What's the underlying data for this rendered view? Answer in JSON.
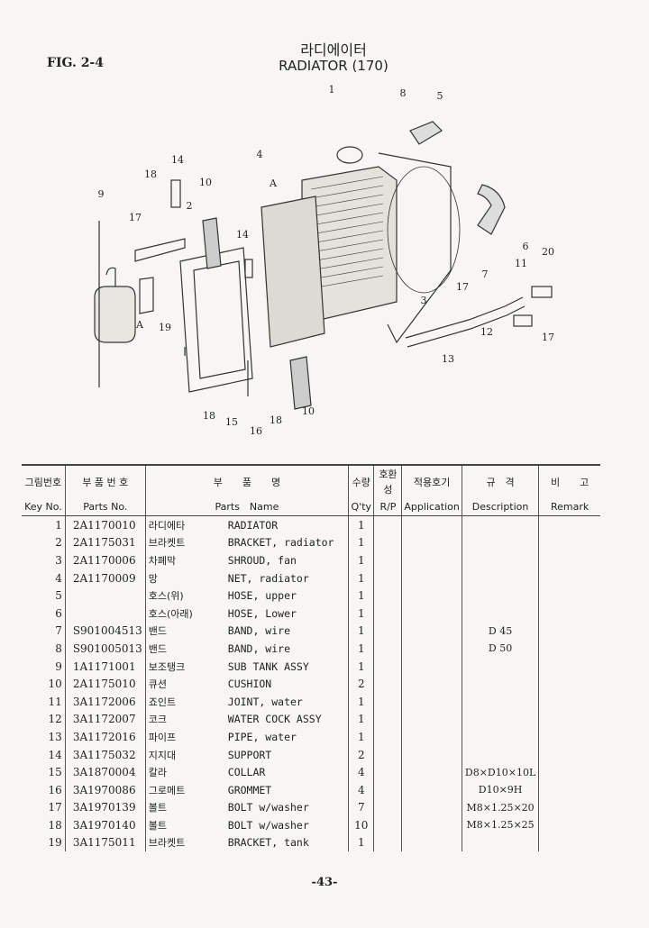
{
  "figure_label": "FIG. 2-4",
  "title_ko": "라디에이터",
  "title_en": "RADIATOR (170)",
  "diagram_callouts": [
    "1",
    "8",
    "5",
    "14",
    "18",
    "10",
    "4",
    "A",
    "2",
    "9",
    "17",
    "14",
    "6",
    "20",
    "11",
    "7",
    "17",
    "3",
    "A",
    "19",
    "12",
    "17",
    "13",
    "18",
    "15",
    "16",
    "18",
    "10"
  ],
  "table": {
    "headers": [
      {
        "ko": "그림번호",
        "en": "Key No."
      },
      {
        "ko": "부 품 번 호",
        "en": "Parts No."
      },
      {
        "ko": "부　　품　　명",
        "en": "Parts　Name"
      },
      {
        "ko": "수량",
        "en": "Q'ty"
      },
      {
        "ko": "호환성",
        "en": "R/P"
      },
      {
        "ko": "적용호기",
        "en": "Application"
      },
      {
        "ko": "규　격",
        "en": "Description"
      },
      {
        "ko": "비　　고",
        "en": "Remark"
      }
    ],
    "rows": [
      {
        "key": "1",
        "part_no": "2A1170010",
        "name_ko": "라디에타",
        "name_en": "RADIATOR",
        "qty": "1",
        "desc": ""
      },
      {
        "key": "2",
        "part_no": "2A1175031",
        "name_ko": "브라켓트",
        "name_en": "BRACKET, radiator",
        "qty": "1",
        "desc": ""
      },
      {
        "key": "3",
        "part_no": "2A1170006",
        "name_ko": "차폐막",
        "name_en": "SHROUD, fan",
        "qty": "1",
        "desc": ""
      },
      {
        "key": "4",
        "part_no": "2A1170009",
        "name_ko": "망",
        "name_en": "NET, radiator",
        "qty": "1",
        "desc": ""
      },
      {
        "key": "5",
        "part_no": "",
        "name_ko": "호스(위)",
        "name_en": "HOSE, upper",
        "qty": "1",
        "desc": ""
      },
      {
        "key": "6",
        "part_no": "",
        "name_ko": "호스(아래)",
        "name_en": "HOSE, Lower",
        "qty": "1",
        "desc": ""
      },
      {
        "key": "7",
        "part_no": "S901004513",
        "name_ko": "밴드",
        "name_en": "BAND, wire",
        "qty": "1",
        "desc": "D 45"
      },
      {
        "key": "8",
        "part_no": "S901005013",
        "name_ko": "밴드",
        "name_en": "BAND, wire",
        "qty": "1",
        "desc": "D 50"
      },
      {
        "key": "9",
        "part_no": "1A1171001",
        "name_ko": "보조탱크",
        "name_en": "SUB TANK ASSY",
        "qty": "1",
        "desc": ""
      },
      {
        "key": "10",
        "part_no": "2A1175010",
        "name_ko": "큐션",
        "name_en": "CUSHION",
        "qty": "2",
        "desc": ""
      },
      {
        "key": "11",
        "part_no": "3A1172006",
        "name_ko": "죠인트",
        "name_en": "JOINT, water",
        "qty": "1",
        "desc": ""
      },
      {
        "key": "12",
        "part_no": "3A1172007",
        "name_ko": "코크",
        "name_en": "WATER COCK ASSY",
        "qty": "1",
        "desc": ""
      },
      {
        "key": "13",
        "part_no": "3A1172016",
        "name_ko": "파이프",
        "name_en": "PIPE, water",
        "qty": "1",
        "desc": ""
      },
      {
        "key": "14",
        "part_no": "3A1175032",
        "name_ko": "지지대",
        "name_en": "SUPPORT",
        "qty": "2",
        "desc": ""
      },
      {
        "key": "15",
        "part_no": "3A1870004",
        "name_ko": "칼라",
        "name_en": "COLLAR",
        "qty": "4",
        "desc": "D8×D10×10L"
      },
      {
        "key": "16",
        "part_no": "3A1970086",
        "name_ko": "그로메트",
        "name_en": "GROMMET",
        "qty": "4",
        "desc": "D10×9H"
      },
      {
        "key": "17",
        "part_no": "3A1970139",
        "name_ko": "볼트",
        "name_en": "BOLT w/washer",
        "qty": "7",
        "desc": "M8×1.25×20"
      },
      {
        "key": "18",
        "part_no": "3A1970140",
        "name_ko": "볼트",
        "name_en": "BOLT w/washer",
        "qty": "10",
        "desc": "M8×1.25×25"
      },
      {
        "key": "19",
        "part_no": "3A1175011",
        "name_ko": "브라켓트",
        "name_en": "BRACKET, tank",
        "qty": "1",
        "desc": ""
      }
    ]
  },
  "page_number": "-43-"
}
